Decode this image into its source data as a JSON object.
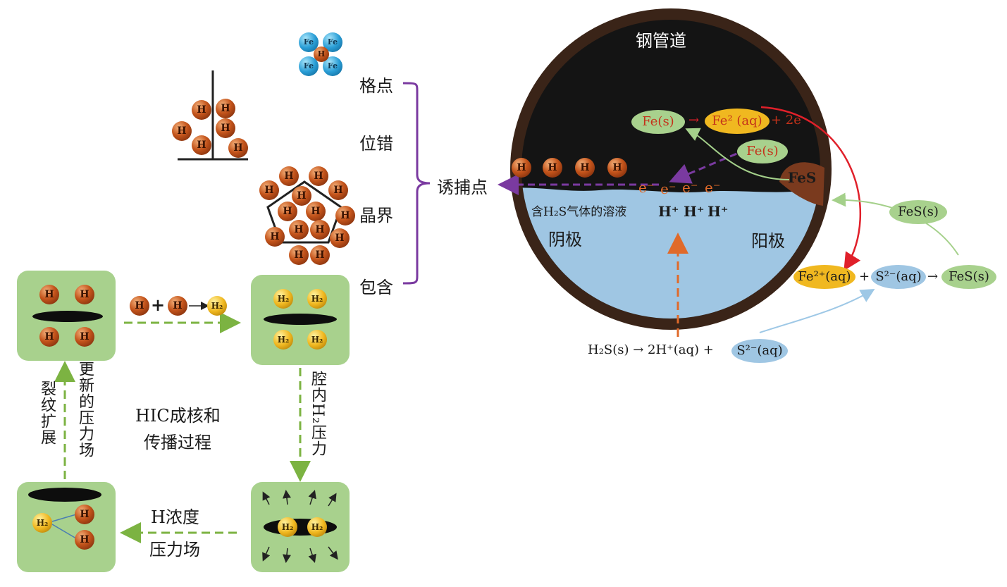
{
  "pipe": {
    "title": "钢管道",
    "solution_label": "含H₂S气体的溶液",
    "cathode": "阴极",
    "anode": "阳极",
    "fes_label": "FeS",
    "electrons": [
      "e⁻",
      "e⁻",
      "e⁻",
      "e⁻"
    ],
    "protons": [
      "H⁺",
      "H⁺",
      "H⁺"
    ],
    "reaction_fe_left": "Fe(s)",
    "reaction_fe_right": "Fe² (aq)",
    "reaction_electron": "+ 2e",
    "fe_solid": "Fe(s)"
  },
  "reactions": {
    "fe2_aq": "Fe²⁺(aq)",
    "plus": "+",
    "s2_aq": "S²⁻(aq)",
    "arrow": "→",
    "fes_s": "FeS(s)",
    "fes_top": "FeS(s)",
    "h2s_left": "H₂S(s) → 2H⁺(aq) +",
    "h2s_s2": "S²⁻(aq)"
  },
  "traps": {
    "title": "诱捕点",
    "items": [
      "格点",
      "位错",
      "晶界",
      "包含"
    ]
  },
  "atoms": {
    "h": "H",
    "fe": "Fe",
    "h2": "H₂"
  },
  "cycle": {
    "center_title_1": "HIC成核和",
    "center_title_2": "传播过程",
    "reaction_h": "H",
    "reaction_plus": "+",
    "reaction_h2": "H₂",
    "right_label": "腔内H₂压力",
    "bottom_label_1": "H浓度",
    "bottom_label_2": "压力场",
    "left_label_1": "裂纹扩展",
    "left_label_2": "更新的压力场"
  }
}
